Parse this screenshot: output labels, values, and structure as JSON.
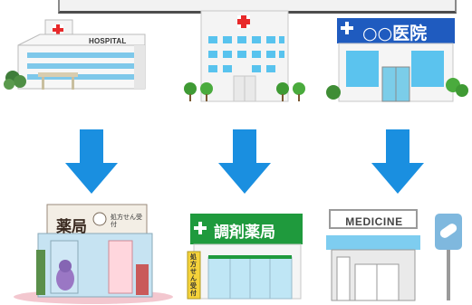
{
  "hospital": {
    "sign": "HOSPITAL"
  },
  "clinic": {
    "sign": "○○医院"
  },
  "pharmacy_1": {
    "sign": "薬局",
    "sub_sign": "処方せん受付"
  },
  "pharmacy_2": {
    "sign": "調剤薬局",
    "side_sign": "処方せん受付"
  },
  "pharmacy_3": {
    "sign": "MEDICINE"
  },
  "colors": {
    "arrow": "#1a8fe0",
    "cross_red": "#e8292a",
    "clinic_blue": "#1f5bbf",
    "pharmacy_green": "#1f9a3d"
  }
}
